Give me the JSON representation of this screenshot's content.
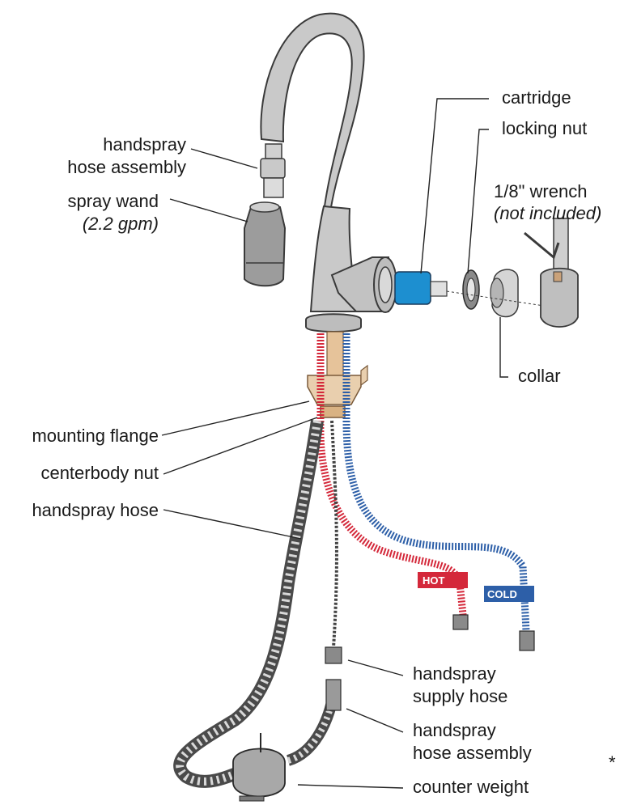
{
  "labels": {
    "handspray_hose_assembly_top": [
      "handspray",
      "hose assembly"
    ],
    "spray_wand": "spray wand",
    "spray_wand_flow": "(2.2 gpm)",
    "cartridge": "cartridge",
    "locking_nut": "locking nut",
    "wrench": "1/8\" wrench",
    "wrench_note": "(not included)",
    "collar": "collar",
    "mounting_flange": "mounting flange",
    "centerbody_nut": "centerbody nut",
    "handspray_hose": "handspray hose",
    "handspray_supply_hose": [
      "handspray",
      "supply hose"
    ],
    "handspray_hose_assembly_bottom": [
      "handspray",
      "hose assembly"
    ],
    "counter_weight": "counter weight",
    "footnote_mark": "*"
  },
  "tags": {
    "hot": "HOT",
    "cold": "COLD"
  },
  "colors": {
    "faucet": "#c9c9c9",
    "faucet_outline": "#3a3a3a",
    "hot": "#d4283a",
    "cold": "#2d5fa8",
    "cartridge": "#1d8fd0",
    "brass": "#e6c39a",
    "hose_dark": "#4a4a4a",
    "hose_light": "#d8d8d8"
  }
}
